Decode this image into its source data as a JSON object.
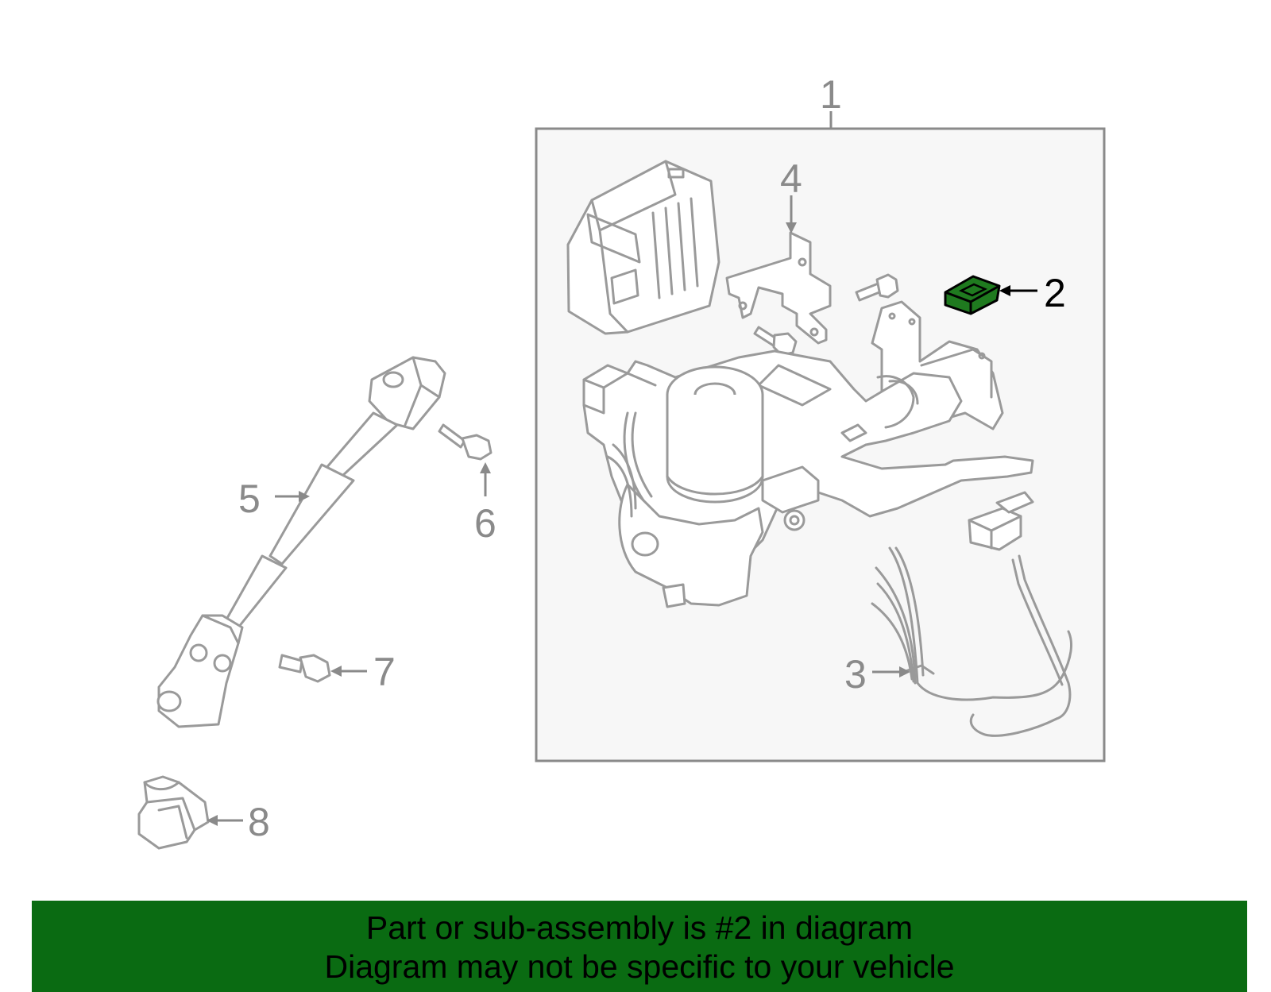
{
  "callouts": {
    "c1": "1",
    "c2": "2",
    "c3": "3",
    "c4": "4",
    "c5": "5",
    "c6": "6",
    "c7": "7",
    "c8": "8"
  },
  "highlight": {
    "part": "2",
    "fill_color": "#1f7a1f",
    "banner_color": "#0a6b12"
  },
  "banner": {
    "line1": "Part or sub-assembly is #2 in diagram",
    "line2": "Diagram may not be specific to your vehicle"
  }
}
